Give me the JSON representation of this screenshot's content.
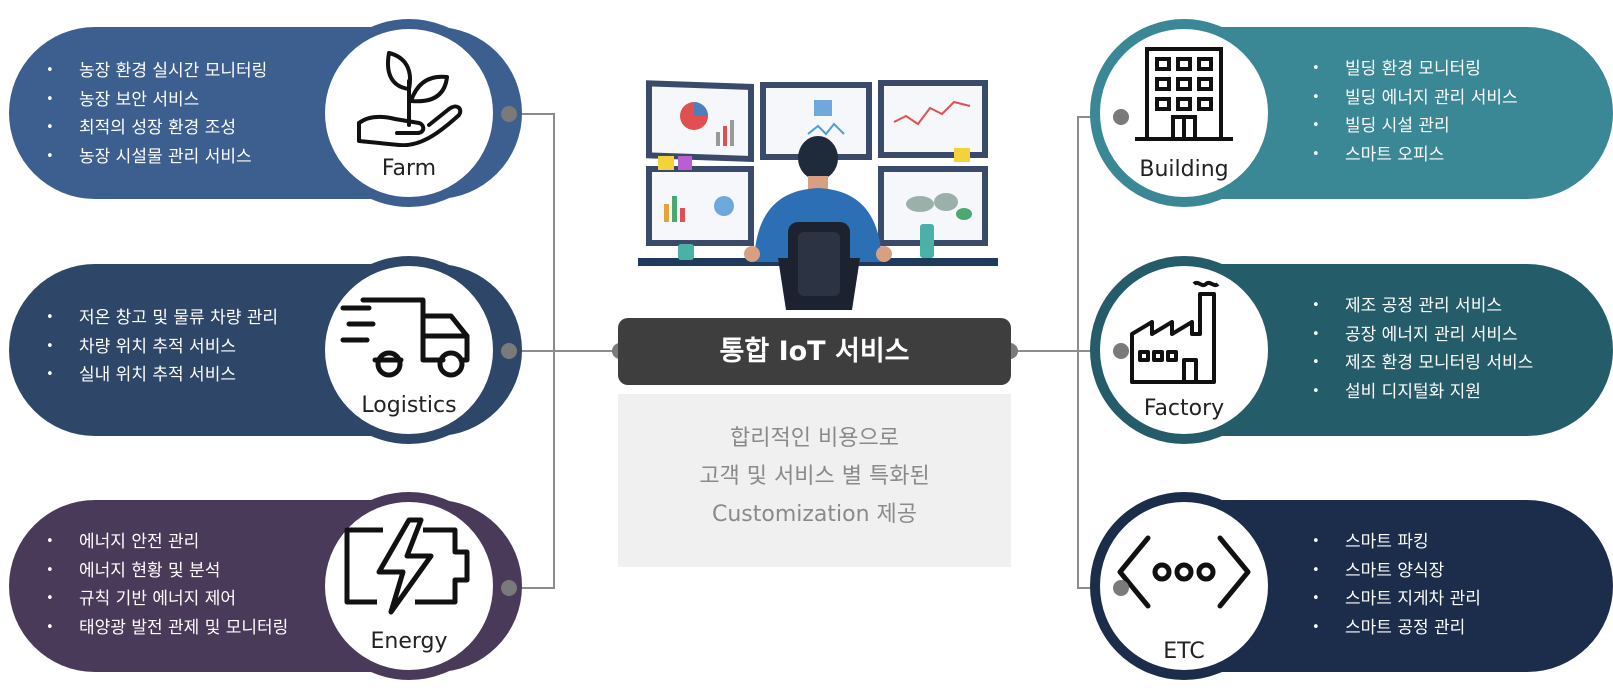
{
  "left_cards": [
    {
      "key": "farm",
      "label": "Farm",
      "icon": "seedling-hand-icon",
      "color": "#3d5f8f",
      "items": [
        "농장 환경 실시간 모니터링",
        "농장 보안 서비스",
        "최적의 성장 환경 조성",
        "농장 시설물 관리 서비스"
      ]
    },
    {
      "key": "logistics",
      "label": "Logistics",
      "icon": "delivery-truck-icon",
      "color": "#2e4668",
      "items": [
        "저온 창고 및 물류 차량 관리",
        "차량 위치 추적 서비스",
        "실내 위치 추적 서비스"
      ]
    },
    {
      "key": "energy",
      "label": "Energy",
      "icon": "battery-charging-icon",
      "color": "#4a3a5a",
      "items": [
        "에너지 안전 관리",
        "에너지 현황 및 분석",
        "규칙 기반 에너지 제어",
        "태양광 발전 관제 및 모니터링"
      ]
    }
  ],
  "right_cards": [
    {
      "key": "building",
      "label": "Building",
      "icon": "office-building-icon",
      "color": "#3a8796",
      "items": [
        "빌딩 환경 모니터링",
        "빌딩 에너지 관리 서비스",
        "빌딩 시설 관리",
        "스마트 오피스"
      ]
    },
    {
      "key": "factory",
      "label": "Factory",
      "icon": "factory-icon",
      "color": "#255c6a",
      "items": [
        "제조 공정 관리 서비스",
        "공장 에너지 관리 서비스",
        "제조 환경 모니터링 서비스",
        "설비 디지털화 지원"
      ]
    },
    {
      "key": "etc",
      "label": "ETC",
      "icon": "code-dots-icon",
      "color": "#1b2d4a",
      "items": [
        "스마트 파킹",
        "스마트 양식장",
        "스마트 지게차 관리",
        "스마트 공정 관리"
      ]
    }
  ],
  "center": {
    "title": "통합 IoT 서비스",
    "desc_lines": [
      "합리적인 비용으로",
      "고객 및 서비스 별 특화된",
      "Customization 제공"
    ]
  },
  "colors": {
    "connector": "#7a7a7a",
    "title_bg": "#3e3e3e",
    "desc_bg": "#f0f0f0"
  }
}
